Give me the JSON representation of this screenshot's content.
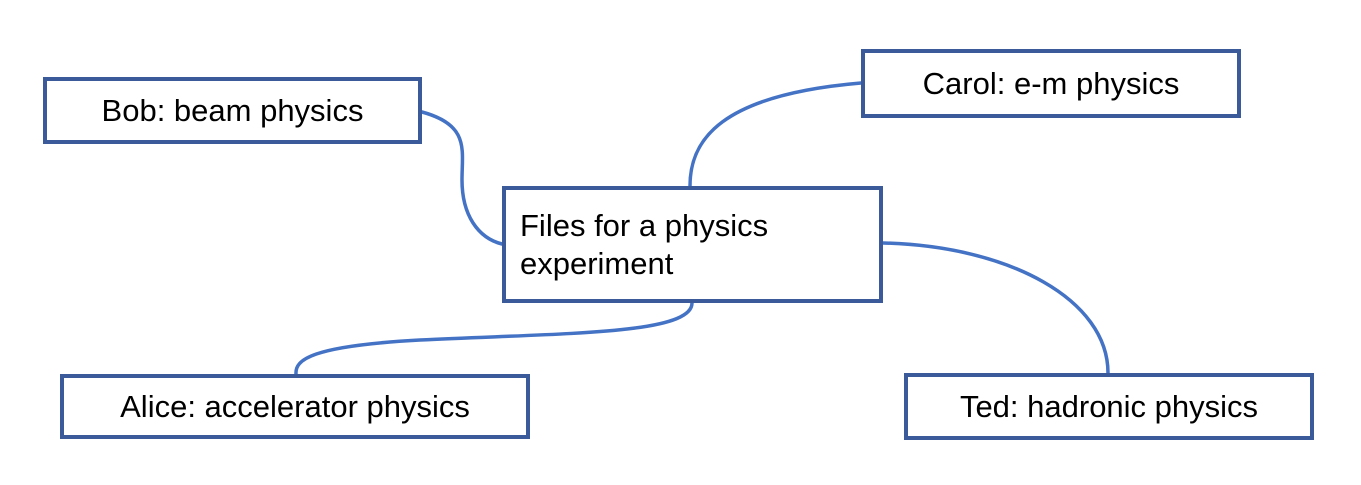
{
  "diagram": {
    "type": "mind-map",
    "colors": {
      "node_border": "#3a5a9a",
      "connector": "#4472c4",
      "background": "#ffffff",
      "text": "#000000"
    },
    "center": {
      "label_lines": [
        "Files for a physics",
        "experiment"
      ]
    },
    "branches": [
      {
        "id": "bob",
        "label": "Bob: beam physics"
      },
      {
        "id": "carol",
        "label": "Carol: e-m physics"
      },
      {
        "id": "alice",
        "label": "Alice: accelerator physics"
      },
      {
        "id": "ted",
        "label": "Ted: hadronic physics"
      }
    ],
    "edges": [
      {
        "from": "center",
        "to": "bob"
      },
      {
        "from": "center",
        "to": "carol"
      },
      {
        "from": "center",
        "to": "alice"
      },
      {
        "from": "center",
        "to": "ted"
      }
    ]
  }
}
